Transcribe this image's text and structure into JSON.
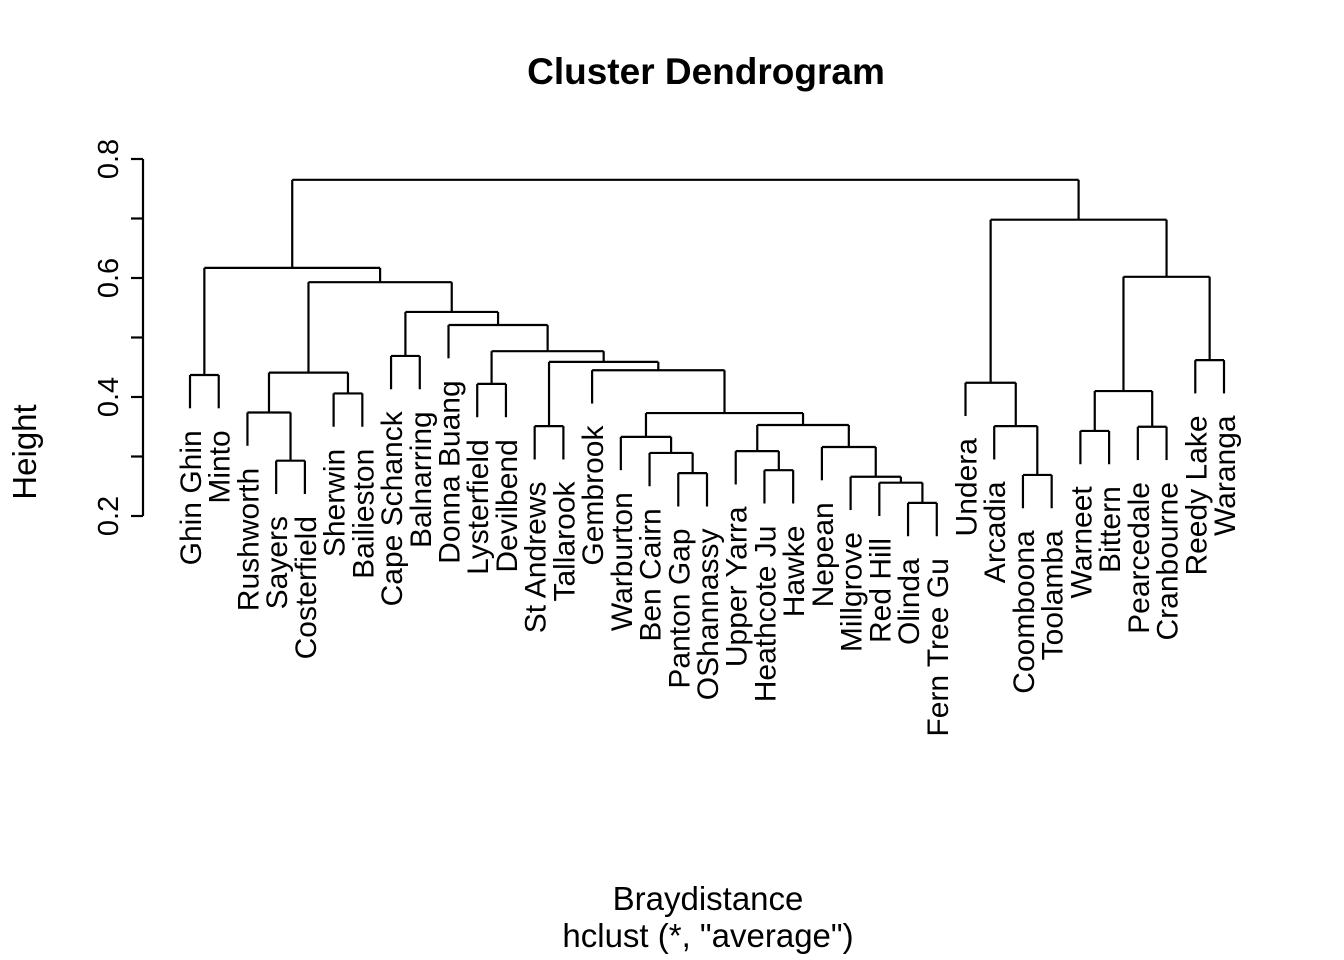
{
  "title": "Cluster Dendrogram",
  "y_axis": {
    "label": "Height",
    "ticks": [
      {
        "v": 0.2,
        "label": "0.2"
      },
      {
        "v": 0.3,
        "label": ""
      },
      {
        "v": 0.4,
        "label": "0.4"
      },
      {
        "v": 0.5,
        "label": ""
      },
      {
        "v": 0.6,
        "label": "0.6"
      },
      {
        "v": 0.7,
        "label": ""
      },
      {
        "v": 0.8,
        "label": "0.8"
      }
    ]
  },
  "x_axis": {
    "line1": "Braydistance",
    "line2": "hclust (*, \"average\")"
  },
  "chart_data": {
    "type": "dendrogram",
    "title": "Cluster Dendrogram",
    "ylabel": "Height",
    "xlabel": "Braydistance",
    "method_caption": "hclust (*, \"average\")",
    "linkage_method": "average",
    "distance": "Braydistance",
    "ylim": [
      0.2,
      0.8
    ],
    "grid": false,
    "line_color": "#000000",
    "hang": 0.056,
    "leaf_order": [
      "Ghin Ghin",
      "Minto",
      "Rushworth",
      "Sayers",
      "Costerfield",
      "Sherwin",
      "Bailieston",
      "Cape Schanck",
      "Balnarring",
      "Donna Buang",
      "Lysterfield",
      "Devilbend",
      "St Andrews",
      "Tallarook",
      "Gembrook",
      "Warburton",
      "Ben Cairn",
      "Panton Gap",
      "OShannassy",
      "Upper Yarra",
      "Heathcote Ju",
      "Hawke",
      "Nepean",
      "Millgrove",
      "Red Hill",
      "Olinda",
      "Fern Tree Gu",
      "Undera",
      "Arcadia",
      "Coomboona",
      "Toolamba",
      "Warneet",
      "Bittern",
      "Pearcedale",
      "Cranbourne",
      "Reedy Lake",
      "Waranga"
    ],
    "tree": {
      "h": 0.765,
      "c": [
        {
          "h": 0.617,
          "c": [
            {
              "h": 0.437,
              "c": [
                "Ghin Ghin",
                "Minto"
              ]
            },
            {
              "h": 0.593,
              "c": [
                {
                  "h": 0.441,
                  "c": [
                    {
                      "h": 0.374,
                      "c": [
                        "Rushworth",
                        {
                          "h": 0.293,
                          "c": [
                            "Sayers",
                            "Costerfield"
                          ]
                        }
                      ]
                    },
                    {
                      "h": 0.406,
                      "c": [
                        "Sherwin",
                        "Bailieston"
                      ]
                    }
                  ]
                },
                {
                  "h": 0.543,
                  "c": [
                    {
                      "h": 0.469,
                      "c": [
                        "Cape Schanck",
                        "Balnarring"
                      ]
                    },
                    {
                      "h": 0.521,
                      "c": [
                        "Donna Buang",
                        {
                          "h": 0.477,
                          "c": [
                            {
                              "h": 0.422,
                              "c": [
                                "Lysterfield",
                                "Devilbend"
                              ]
                            },
                            {
                              "h": 0.459,
                              "c": [
                                {
                                  "h": 0.351,
                                  "c": [
                                    "St Andrews",
                                    "Tallarook"
                                  ]
                                },
                                {
                                  "h": 0.445,
                                  "c": [
                                    "Gembrook",
                                    {
                                      "h": 0.373,
                                      "c": [
                                        {
                                          "h": 0.333,
                                          "c": [
                                            "Warburton",
                                            {
                                              "h": 0.306,
                                              "c": [
                                                "Ben Cairn",
                                                {
                                                  "h": 0.272,
                                                  "c": [
                                                    "Panton Gap",
                                                    "OShannassy"
                                                  ]
                                                }
                                              ]
                                            }
                                          ]
                                        },
                                        {
                                          "h": 0.353,
                                          "c": [
                                            {
                                              "h": 0.309,
                                              "c": [
                                                "Upper Yarra",
                                                {
                                                  "h": 0.277,
                                                  "c": [
                                                    "Heathcote Ju",
                                                    "Hawke"
                                                  ]
                                                }
                                              ]
                                            },
                                            {
                                              "h": 0.316,
                                              "c": [
                                                "Nepean",
                                                {
                                                  "h": 0.266,
                                                  "c": [
                                                    "Millgrove",
                                                    {
                                                      "h": 0.256,
                                                      "c": [
                                                        "Red Hill",
                                                        {
                                                          "h": 0.222,
                                                          "c": [
                                                            "Olinda",
                                                            "Fern Tree Gu"
                                                          ]
                                                        }
                                                      ]
                                                    }
                                                  ]
                                                }
                                              ]
                                            }
                                          ]
                                        }
                                      ]
                                    }
                                  ]
                                }
                              ]
                            }
                          ]
                        }
                      ]
                    }
                  ]
                }
              ]
            }
          ]
        },
        {
          "h": 0.698,
          "c": [
            {
              "h": 0.424,
              "c": [
                "Undera",
                {
                  "h": 0.351,
                  "c": [
                    "Arcadia",
                    {
                      "h": 0.269,
                      "c": [
                        "Coomboona",
                        "Toolamba"
                      ]
                    }
                  ]
                }
              ]
            },
            {
              "h": 0.602,
              "c": [
                {
                  "h": 0.41,
                  "c": [
                    {
                      "h": 0.343,
                      "c": [
                        "Warneet",
                        "Bittern"
                      ]
                    },
                    {
                      "h": 0.35,
                      "c": [
                        "Pearcedale",
                        "Cranbourne"
                      ]
                    }
                  ]
                },
                {
                  "h": 0.462,
                  "c": [
                    "Reedy Lake",
                    "Waranga"
                  ]
                }
              ]
            }
          ]
        }
      ]
    }
  }
}
